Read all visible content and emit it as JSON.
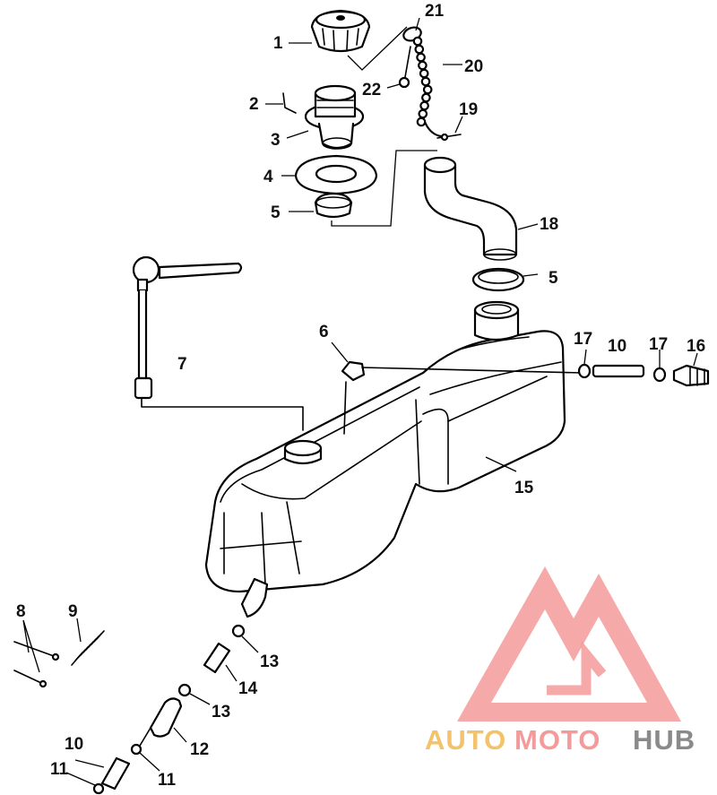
{
  "diagram": {
    "callouts": [
      {
        "id": "c1",
        "text": "1"
      },
      {
        "id": "c2",
        "text": "2"
      },
      {
        "id": "c3",
        "text": "3"
      },
      {
        "id": "c4",
        "text": "4"
      },
      {
        "id": "c5a",
        "text": "5"
      },
      {
        "id": "c5b",
        "text": "5"
      },
      {
        "id": "c6",
        "text": "6"
      },
      {
        "id": "c7",
        "text": "7"
      },
      {
        "id": "c8",
        "text": "8"
      },
      {
        "id": "c9",
        "text": "9"
      },
      {
        "id": "c10a",
        "text": "10"
      },
      {
        "id": "c10b",
        "text": "10"
      },
      {
        "id": "c11a",
        "text": "11"
      },
      {
        "id": "c11b",
        "text": "11"
      },
      {
        "id": "c12",
        "text": "12"
      },
      {
        "id": "c13a",
        "text": "13"
      },
      {
        "id": "c13b",
        "text": "13"
      },
      {
        "id": "c14",
        "text": "14"
      },
      {
        "id": "c15",
        "text": "15"
      },
      {
        "id": "c16",
        "text": "16"
      },
      {
        "id": "c17a",
        "text": "17"
      },
      {
        "id": "c17b",
        "text": "17"
      },
      {
        "id": "c18",
        "text": "18"
      },
      {
        "id": "c19",
        "text": "19"
      },
      {
        "id": "c20",
        "text": "20"
      },
      {
        "id": "c21",
        "text": "21"
      },
      {
        "id": "c22",
        "text": "22"
      }
    ]
  },
  "watermark": {
    "text_a": "AUTO",
    "text_b": "MOTO",
    "text_c": "HUB",
    "color_primary": "#f59a9a",
    "color_gold": "#f2c36b",
    "color_gray": "#8a8a8a",
    "icon": "triangle-logo-icon"
  }
}
